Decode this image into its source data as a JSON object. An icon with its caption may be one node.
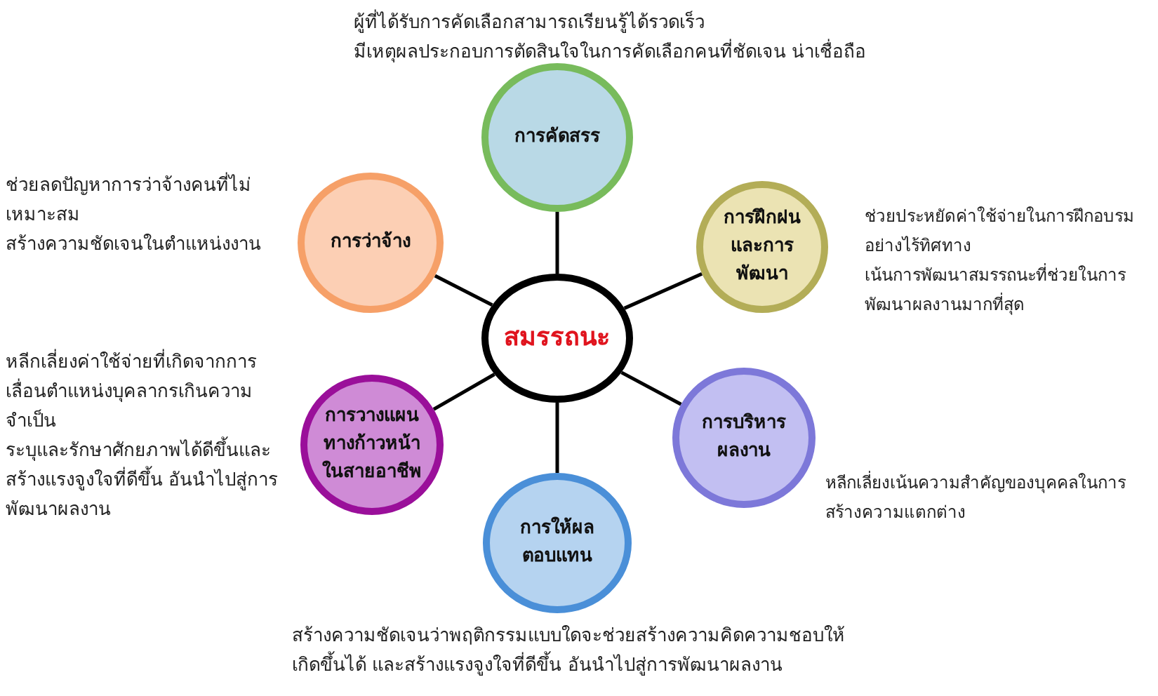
{
  "diagram": {
    "nodes": [
      {
        "text": [
          "สมรรถนะ"
        ]
      },
      {
        "text": [
          "การคัดสรร"
        ],
        "beside": [
          "ผู้ที่ได้รับการคัดเลือกสามารถเรียนรู้ได้รวดเร็ว",
          "มีเหตุผลประกอบการตัดสินใจในการคัดเลือกคนที่ชัดเจน น่าเชื่อถือ"
        ]
      },
      {
        "text": [
          "การฝึกฝนและการพัฒนา"
        ],
        "beside": [
          "ช่วยประหยัดค่าใช้จ่ายในการฝึกอบรมอย่างไร้ทิศทาง",
          "เน้นการพัฒนาสมรรถนะที่ช่วยในการพัฒนาผลงานมากที่สุด"
        ]
      },
      {
        "text": [
          "การบริหารผลงาน"
        ],
        "beside": [
          "หลีกเลี่ยงเน้นความสำคัญของบุคคลในการสร้างความแตกต่าง"
        ]
      },
      {
        "text": [
          "การให้ผลตอบแทน"
        ],
        "beside": [
          "สร้างความชัดเจนว่าพฤติกรรมแบบใดจะช่วยสร้างความคิดความชอบให้เกิดขึ้นได้ และสร้างแรงจูงใจที่ดีขึ้น อันนำไปสู่การพัฒนาผลงาน"
        ]
      },
      {
        "text": [
          "การวางแผนทางก้าวหน้าในสายอาชีพ"
        ],
        "beside": [
          "หลีกเลี่ยงค่าใช้จ่ายที่เกิดจากการเลื่อนตำแหน่งบุคลากรเกินความจำเป็น",
          "ระบุและรักษาศักยภาพได้ดีขึ้นและสร้างแรงจูงใจที่ดีขึ้น อันนำไปสู่การพัฒนาผลงาน"
        ]
      },
      {
        "text": [
          "การว่าจ้าง"
        ],
        "beside": [
          "ช่วยลดปัญหาการว่าจ้างคนที่ไม่เหมาะสม",
          "สร้างความชัดเจนในตำแหน่งงาน"
        ]
      }
    ],
    "edges": [
      {
        "from": 0,
        "to": 1,
        "arrow": "none"
      },
      {
        "from": 0,
        "to": 2,
        "arrow": "none"
      },
      {
        "from": 0,
        "to": 3,
        "arrow": "none"
      },
      {
        "from": 0,
        "to": 4,
        "arrow": "none"
      },
      {
        "from": 0,
        "to": 5,
        "arrow": "none"
      },
      {
        "from": 0,
        "to": 6,
        "arrow": "none"
      }
    ]
  }
}
